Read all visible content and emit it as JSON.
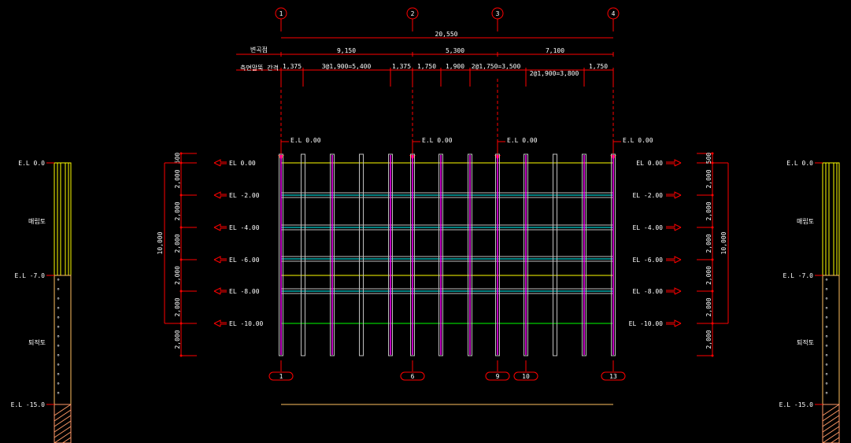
{
  "colors": {
    "dim": "#ff0000",
    "pile_outline": "#c0c0c0",
    "pile_core": "#ff00ff",
    "waler_cyan": "#00ffff",
    "yellow": "#ffff00",
    "green": "#00ff00",
    "orange": "#ffc060",
    "text": "#ffffff"
  },
  "grid_bubbles": [
    "1",
    "2",
    "3",
    "4"
  ],
  "top_dims": {
    "total": "20,550",
    "row2_label": "변곡점",
    "row2": [
      "9,150",
      "5,300",
      "7,100"
    ],
    "row3_label": "측면말뚝 간격",
    "row3": [
      "1,375",
      "3@1,900=5,400",
      "1,375",
      "1,750",
      "1,900",
      "2@1,750=3,500",
      "2@1,900=3,800",
      "1,750"
    ]
  },
  "top_el_labels": [
    "E.L 0.00",
    "E.L 0.00",
    "E.L 0.00",
    "E.L 0.00"
  ],
  "elevations": [
    "EL 0.00",
    "EL -2.00",
    "EL -4.00",
    "EL -6.00",
    "EL -8.00",
    "EL -10.00"
  ],
  "side_dims": [
    "500",
    "2,000",
    "2,000",
    "2,000",
    "2,000",
    "2,000",
    "2,000"
  ],
  "side_total": "10,000",
  "pile_tags": [
    "1",
    "6",
    "9",
    "10",
    "13"
  ],
  "soil": {
    "el_labels": [
      "E.L 0.0",
      "E.L -7.0",
      "E.L -15.0"
    ],
    "layers": [
      "매립토",
      "퇴적토"
    ]
  }
}
